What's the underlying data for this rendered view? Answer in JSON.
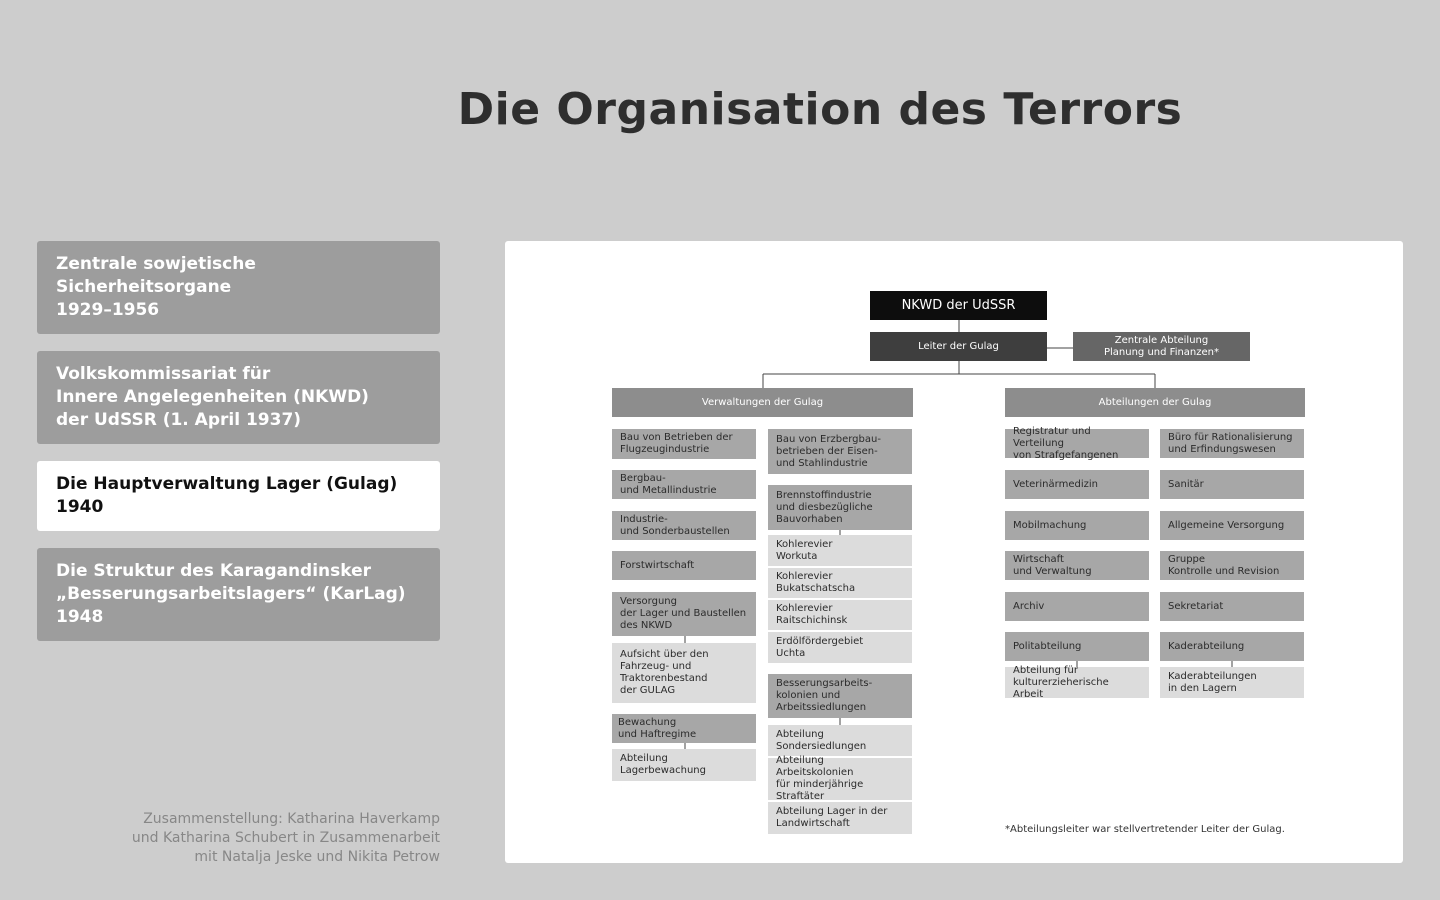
{
  "header": {
    "title": "Die Organisation des Terrors"
  },
  "nav": {
    "items": [
      {
        "label": "Zentrale sowjetische Sicherheitsorgane\n1929–1956"
      },
      {
        "label": "Volkskommissariat für\nInnere Angelegenheiten (NKWD)\nder UdSSR (1. April 1937)"
      },
      {
        "label": "Die Hauptverwaltung Lager (Gulag) 1940"
      },
      {
        "label": "Die Struktur des Karagandinsker\n„Besserungsarbeitslagers“ (KarLag) 1948"
      }
    ],
    "active_index": 2
  },
  "credits": "Zusammenstellung: Katharina Haverkamp\nund Katharina Schubert in Zusammenarbeit\nmit Natalja Jeske und Nikita Petrow",
  "chart": {
    "top": "NKWD der UdSSR",
    "head": "Leiter der Gulag",
    "side": "Zentrale Abteilung\nPlanung und Finanzen*",
    "left_header": "Verwaltungen der Gulag",
    "right_header": "Abteilungen der Gulag",
    "col1": [
      "Bau von Betrieben der\nFlugzeugindustrie",
      "Bergbau-\nund Metallindustrie",
      "Industrie-\nund Sonderbaustellen",
      "Forstwirtschaft",
      "Versorgung\nder Lager und Baustellen\ndes NKWD",
      "Aufsicht über den\nFahrzeug- und\nTraktorenbestand\nder GULAG",
      "Bewachung\nund Haftregime",
      "Abteilung\nLagerbewachung"
    ],
    "col2": [
      "Bau von Erzbergbau-\nbetrieben der Eisen-\nund Stahlindustrie",
      "Brennstoffindustrie\nund diesbezügliche\nBauvorhaben",
      "Kohlerevier\nWorkuta",
      "Kohlerevier\nBukatschatscha",
      "Kohlerevier\nRaitschichinsk",
      "Erdölfördergebiet\nUchta",
      "Besserungsarbeits-\nkolonien und\nArbeitssiedlungen",
      "Abteilung\nSondersiedlungen",
      "Abteilung Arbeitskolonien\nfür minderjährige\nStraftäter",
      "Abteilung Lager in der\nLandwirtschaft"
    ],
    "col3": [
      "Registratur und Verteilung\nvon Strafgefangenen",
      "Veterinärmedizin",
      "Mobilmachung",
      "Wirtschaft\nund Verwaltung",
      "Archiv",
      "Politabteilung",
      "Abteilung für\nkulturerzieherische Arbeit"
    ],
    "col4": [
      "Büro für Rationalisierung\nund Erfindungswesen",
      "Sanitär",
      "Allgemeine Versorgung",
      "Gruppe\nKontrolle und Revision",
      "Sekretariat",
      "Kaderabteilung",
      "Kaderabteilungen\nin den Lagern"
    ],
    "footnote": "*Abteilungsleiter war stellvertretender Leiter der Gulag."
  }
}
